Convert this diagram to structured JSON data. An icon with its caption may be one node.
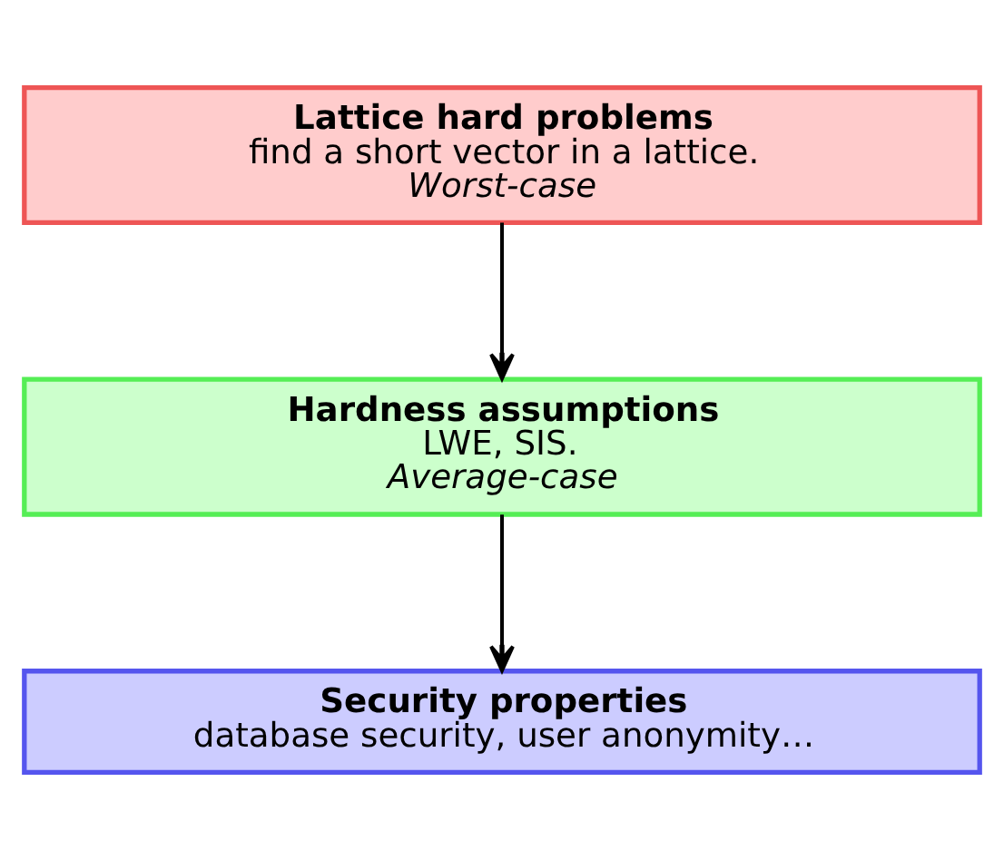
{
  "diagram": {
    "nodes": [
      {
        "text": [
          "Lattice hard problems",
          "find a short vector in a lattice.",
          "Worst-case"
        ]
      },
      {
        "text": [
          "Hardness assumptions",
          "LWE, SIS.",
          "Average-case"
        ]
      },
      {
        "text": [
          "Security properties",
          "database security, user anonymity…"
        ]
      }
    ],
    "edges": [
      {
        "from": 0,
        "to": 1,
        "arrow": "to"
      },
      {
        "from": 1,
        "to": 2,
        "arrow": "to"
      }
    ]
  }
}
